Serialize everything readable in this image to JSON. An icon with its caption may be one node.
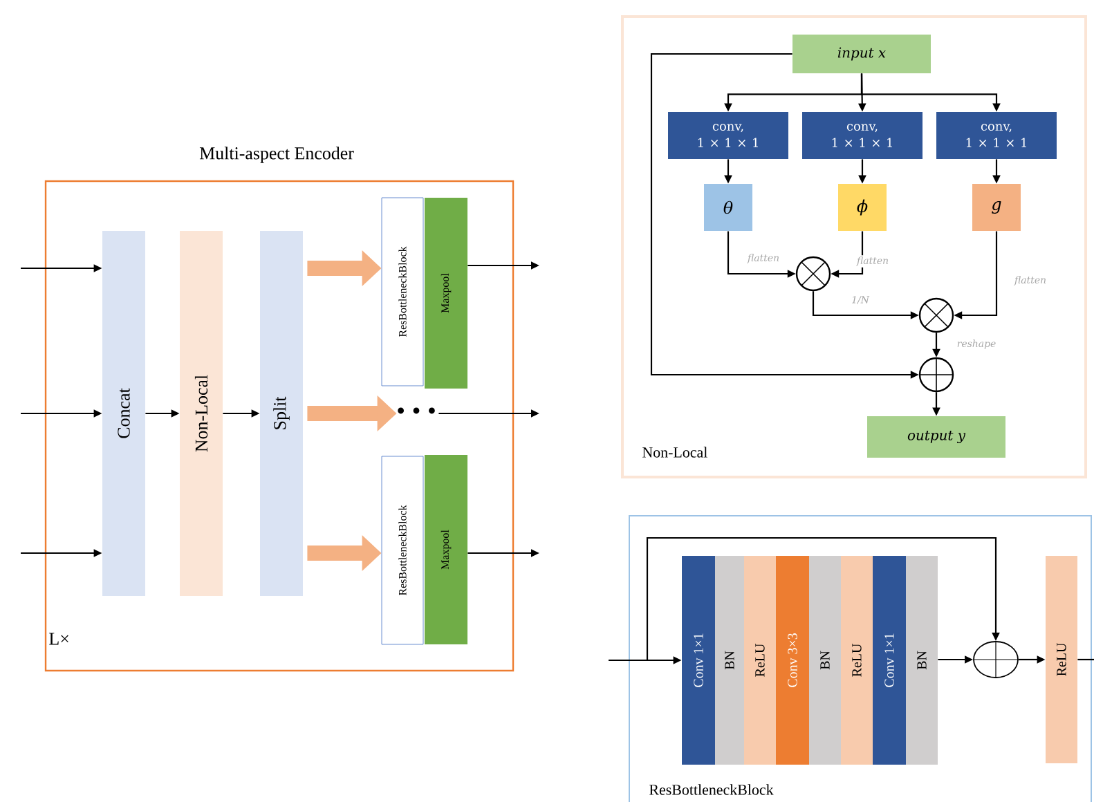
{
  "diagram": {
    "nodes": [
      {
        "text": [
          "Multi-aspect Encoder",
          "L×"
        ]
      },
      {
        "text": [
          "Concat"
        ],
        "in": 0
      },
      {
        "text": [
          "Non-Local"
        ],
        "in": 0
      },
      {
        "text": [
          "Split"
        ],
        "in": 0
      },
      {
        "text": [
          "ResBottleneckBlock"
        ],
        "in": 0
      },
      {
        "text": [
          "Maxpool"
        ],
        "in": 0
      },
      {
        "text": [
          "ResBottleneckBlock"
        ],
        "in": 0
      },
      {
        "text": [
          "Maxpool"
        ],
        "in": 0
      },
      {
        "text": [],
        "shape": "dots",
        "in": 0
      },
      {
        "text": [
          "Non-Local"
        ]
      },
      {
        "text": [
          "input x"
        ],
        "in": 9
      },
      {
        "text": [
          "conv, 1 × 1 × 1"
        ],
        "in": 9
      },
      {
        "text": [
          "conv, 1 × 1 × 1"
        ],
        "in": 9
      },
      {
        "text": [
          "conv, 1 × 1 × 1"
        ],
        "in": 9
      },
      {
        "text": [
          "θ"
        ],
        "in": 9
      },
      {
        "text": [
          "ϕ"
        ],
        "in": 9
      },
      {
        "text": [
          "g"
        ],
        "in": 9
      },
      {
        "text": [],
        "shape": "circle",
        "in": 9
      },
      {
        "text": [],
        "shape": "circle",
        "in": 9
      },
      {
        "text": [],
        "shape": "circle",
        "in": 9
      },
      {
        "text": [
          "output y"
        ],
        "in": 9
      },
      {
        "text": [
          "ResBottleneckBlock"
        ]
      },
      {
        "text": [
          "Conv 1×1"
        ],
        "in": 21
      },
      {
        "text": [
          "BN"
        ],
        "in": 21
      },
      {
        "text": [
          "ReLU"
        ],
        "in": 21
      },
      {
        "text": [
          "Conv 3×3"
        ],
        "in": 21
      },
      {
        "text": [
          "BN"
        ],
        "in": 21
      },
      {
        "text": [
          "ReLU"
        ],
        "in": 21
      },
      {
        "text": [
          "Conv 1×1"
        ],
        "in": 21
      },
      {
        "text": [
          "BN"
        ],
        "in": 21
      },
      {
        "text": [],
        "shape": "circle",
        "in": 21
      },
      {
        "text": [
          "ReLU"
        ],
        "in": 21
      }
    ],
    "edges": [
      {
        "from": null,
        "to": 1,
        "arrow": "to"
      },
      {
        "from": null,
        "to": 1,
        "arrow": "to"
      },
      {
        "from": null,
        "to": 1,
        "arrow": "to"
      },
      {
        "from": 1,
        "to": 2,
        "arrow": "to"
      },
      {
        "from": 2,
        "to": 3,
        "arrow": "to"
      },
      {
        "from": 3,
        "to": 4,
        "arrow": "to",
        "style": "thick",
        "color": "#f4b183"
      },
      {
        "from": 3,
        "to": 8,
        "arrow": "to",
        "style": "thick",
        "color": "#f4b183"
      },
      {
        "from": 3,
        "to": 6,
        "arrow": "to",
        "style": "thick",
        "color": "#f4b183"
      },
      {
        "from": 5,
        "to": null,
        "arrow": "to"
      },
      {
        "from": 8,
        "to": null,
        "arrow": "to"
      },
      {
        "from": 7,
        "to": null,
        "arrow": "to"
      },
      {
        "from": 10,
        "to": 11,
        "arrow": "to"
      },
      {
        "from": 10,
        "to": 12,
        "arrow": "to"
      },
      {
        "from": 10,
        "to": 13,
        "arrow": "to"
      },
      {
        "from": 11,
        "to": 14,
        "arrow": "to"
      },
      {
        "from": 12,
        "to": 15,
        "arrow": "to"
      },
      {
        "from": 13,
        "to": 16,
        "arrow": "to"
      },
      {
        "from": 14,
        "to": 17,
        "arrow": "to",
        "label": "flatten"
      },
      {
        "from": 15,
        "to": 17,
        "arrow": "to",
        "label": "flatten"
      },
      {
        "from": 16,
        "to": 18,
        "arrow": "to",
        "label": "flatten"
      },
      {
        "from": 17,
        "to": 18,
        "arrow": "to",
        "label": "1/N"
      },
      {
        "from": 18,
        "to": 19,
        "arrow": "to",
        "label": "reshape"
      },
      {
        "from": 10,
        "to": 19,
        "arrow": "to"
      },
      {
        "from": 19,
        "to": 20,
        "arrow": "to"
      },
      {
        "from": null,
        "to": 22,
        "arrow": "to"
      },
      {
        "from": null,
        "to": 30,
        "arrow": "to"
      },
      {
        "from": 29,
        "to": 30,
        "arrow": "to"
      },
      {
        "from": 30,
        "to": 31,
        "arrow": "to"
      },
      {
        "from": 31,
        "to": null,
        "arrow": "none"
      }
    ]
  }
}
